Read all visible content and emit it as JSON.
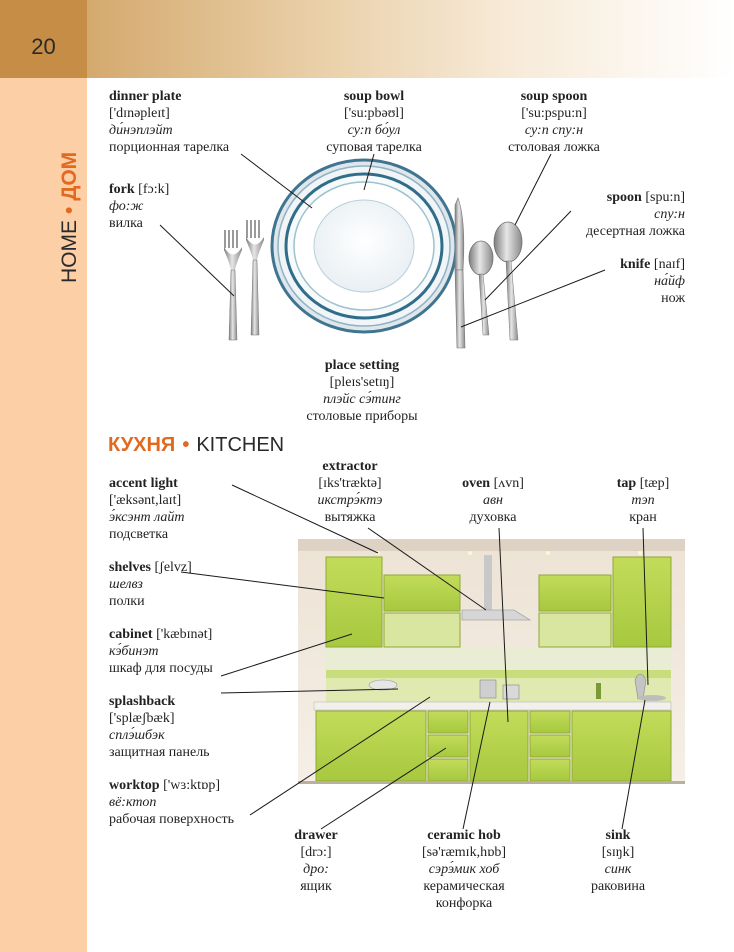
{
  "page": {
    "number": "20",
    "side_title_en": "HOME",
    "side_title_ru": "ДОМ",
    "dot": "•"
  },
  "place_setting_section": {
    "labels": [
      {
        "id": "dinner-plate",
        "word": "dinner plate",
        "transcription": "['dɪnəpleɪt]",
        "pronunciation": "ди́нэплэйт",
        "translation": "порционная тарелка"
      },
      {
        "id": "soup-bowl",
        "word": "soup bowl",
        "transcription": "['su:pbəʊl]",
        "pronunciation": "су:п бо́ул",
        "translation": "суповая тарелка"
      },
      {
        "id": "soup-spoon",
        "word": "soup spoon",
        "transcription": "['su:pspu:n]",
        "pronunciation": "су:п спу:н",
        "translation": "столовая ложка"
      },
      {
        "id": "fork",
        "word": "fork",
        "transcription": "[fɔ:k]",
        "pronunciation": "фо:ж",
        "translation": "вилка"
      },
      {
        "id": "spoon",
        "word": "spoon",
        "transcription": "[spu:n]",
        "pronunciation": "спу:н",
        "translation": "десертная ложка"
      },
      {
        "id": "knife",
        "word": "knife",
        "transcription": "[naɪf]",
        "pronunciation": "на́йф",
        "translation": "нож"
      },
      {
        "id": "place-setting",
        "word": "place setting",
        "transcription": "[pleɪs'setɪŋ]",
        "pronunciation": "плэйс сэ́тинг",
        "translation": "столовые приборы"
      }
    ]
  },
  "kitchen_section": {
    "heading_ru": "КУХНЯ",
    "heading_en": "KITCHEN",
    "labels": [
      {
        "id": "accent-light",
        "word": "accent light",
        "transcription": "['æksənt,laɪt]",
        "pronunciation": "э́ксэнт лайт",
        "translation": "подсветка"
      },
      {
        "id": "extractor",
        "word": "extractor",
        "transcription": "[ɪks'træktə]",
        "pronunciation": "икстрэ́ктэ",
        "translation": "вытяжка"
      },
      {
        "id": "oven",
        "word": "oven",
        "transcription": "[ʌvn]",
        "pronunciation": "авн",
        "translation": "духовка"
      },
      {
        "id": "tap",
        "word": "tap",
        "transcription": "[tæp]",
        "pronunciation": "тэп",
        "translation": "кран"
      },
      {
        "id": "shelves",
        "word": "shelves",
        "transcription": "[ʃelvz]",
        "pronunciation": "шелвз",
        "translation": "полки"
      },
      {
        "id": "cabinet",
        "word": "cabinet",
        "transcription": "['kæbɪnət]",
        "pronunciation": "кэ́бинэт",
        "translation": "шкаф для посуды"
      },
      {
        "id": "splashback",
        "word": "splashback",
        "transcription": "['splæʃbæk]",
        "pronunciation": "сплэ́шбэк",
        "translation": "защитная панель"
      },
      {
        "id": "worktop",
        "word": "worktop",
        "transcription": "['wɜ:ktɒp]",
        "pronunciation": "вё:ктоп",
        "translation": "рабочая поверхность"
      },
      {
        "id": "drawer",
        "word": "drawer",
        "transcription": "[drɔ:]",
        "pronunciation": "дро:",
        "translation": "ящик"
      },
      {
        "id": "ceramic-hob",
        "word": "ceramic hob",
        "transcription": "[sə'ræmɪk,hɒb]",
        "pronunciation": "сэрэ́мик хоб",
        "translation": "керамическая",
        "translation_line2": "конфорка"
      },
      {
        "id": "sink",
        "word": "sink",
        "transcription": "[sɪŋk]",
        "pronunciation": "синк",
        "translation": "раковина"
      }
    ]
  }
}
